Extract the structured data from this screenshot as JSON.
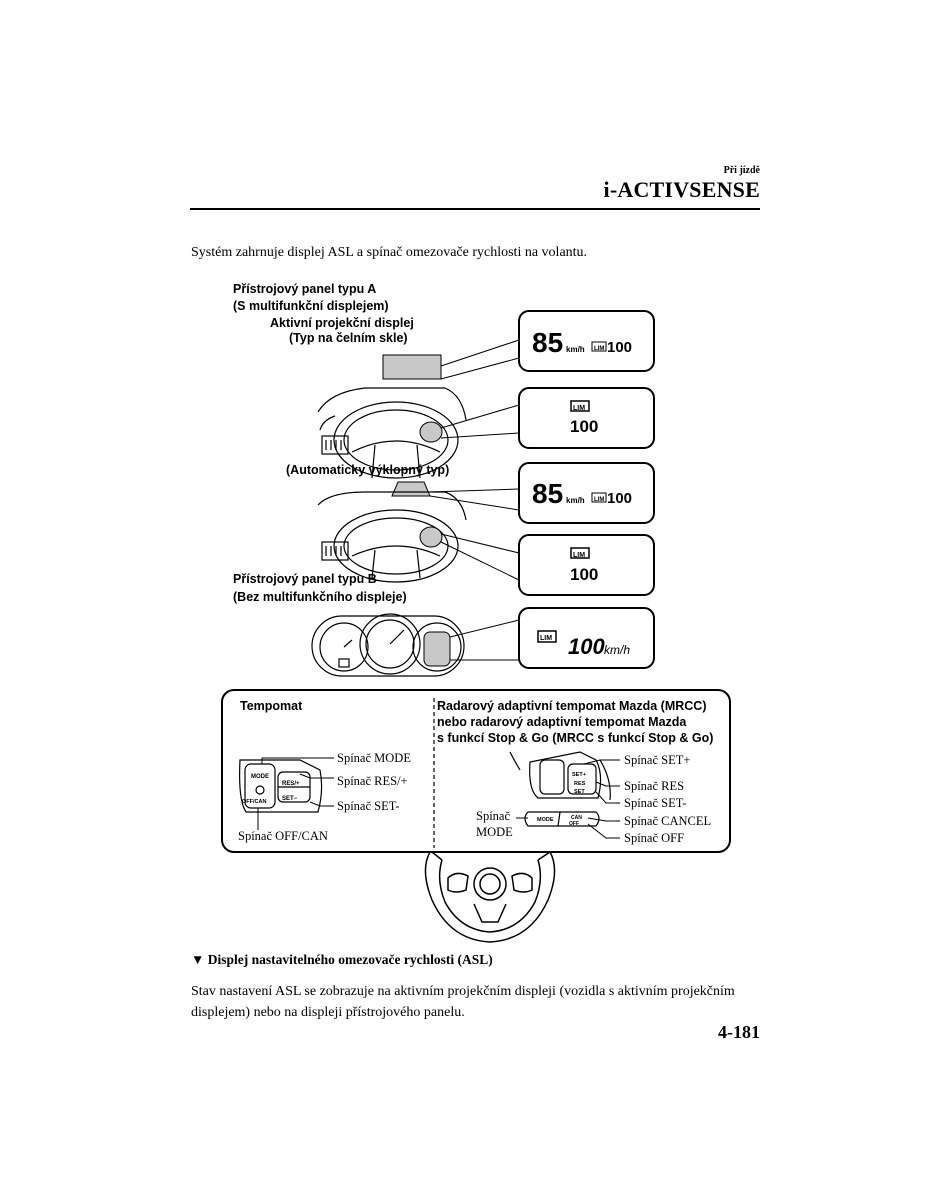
{
  "header": {
    "section": "Při jízdě",
    "title": "i-ACTIVSENSE"
  },
  "intro": "Systém zahrnuje displej ASL a spínač omezovače rychlosti na volantu.",
  "figure": {
    "type_a_line1": "Přístrojový panel typu A",
    "type_a_line2": "(S multifunkční displejem)",
    "hud_line1": "Aktivní projekční displej",
    "hud_line2": "(Typ na čelním skle)",
    "auto_tilt": "(Automaticky výklopný typ)",
    "type_b_line1": "Přístrojový panel typu B",
    "type_b_line2": "(Bez multifunkčního displeje)",
    "display_speed": "85",
    "display_unit": "km/h",
    "lim_badge": "LIM",
    "display_limit": "100",
    "segment_limit": "100",
    "segment_unit": "km/h",
    "left_panel": {
      "title": "Tempomat",
      "mode": "Spínač MODE",
      "res": "Spínač RES/+",
      "set": "Spínač SET-",
      "offcan": "Spínač OFF/CAN",
      "btn_mode": "MODE",
      "btn_res": "RES/+",
      "btn_set": "SET−",
      "btn_offcan": "OFF/CAN"
    },
    "right_panel": {
      "title1": "Radarový adaptivní tempomat Mazda (MRCC)",
      "title2": "nebo radarový adaptivní tempomat Mazda",
      "title3": "s funkcí Stop & Go (MRCC s funkcí Stop & Go)",
      "setplus": "Spínač SET+",
      "res": "Spínač RES",
      "setminus": "Spínač SET-",
      "cancel": "Spínač CANCEL",
      "off": "Spínač OFF",
      "mode_1": "Spínač",
      "mode_2": "MODE",
      "btn_setplus": "SET+",
      "btn_res": "RES",
      "btn_set": "SET",
      "btn_mode": "MODE",
      "btn_can": "CAN",
      "btn_off": "OFF"
    }
  },
  "section": {
    "heading": "▼ Displej nastavitelného omezovače rychlosti (ASL)",
    "body": "Stav nastavení ASL se zobrazuje na aktivním projekčním displeji (vozidla s aktivním projekčním displejem) nebo na displeji přístrojového panelu."
  },
  "page_number": "4-181",
  "colors": {
    "ink": "#000000",
    "display_fill": "#c8c8c8",
    "paper": "#ffffff"
  }
}
